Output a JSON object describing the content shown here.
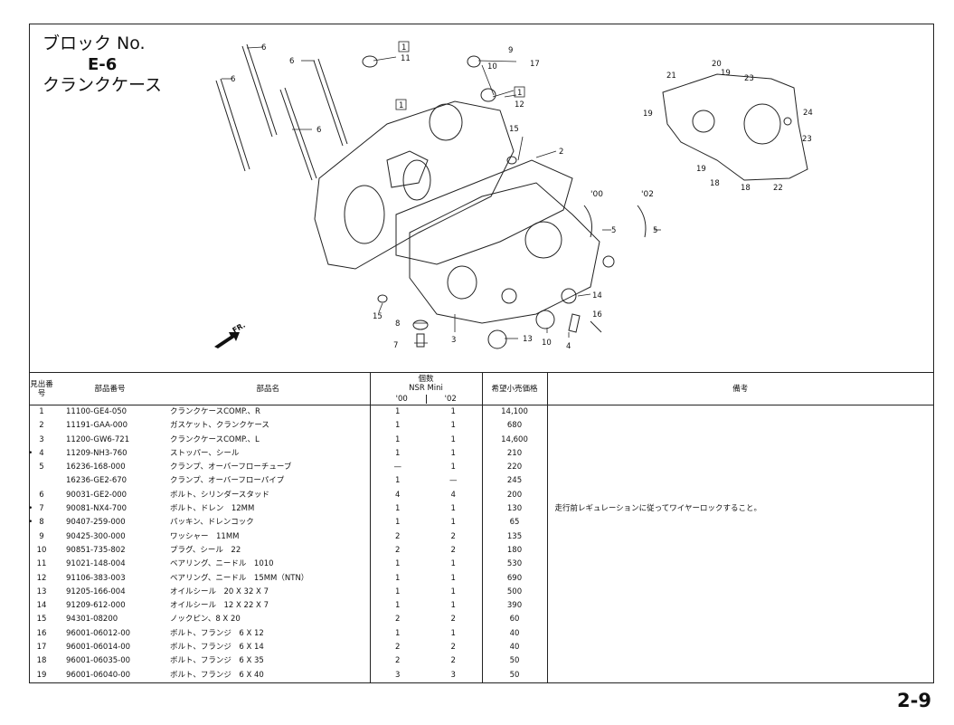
{
  "header": {
    "block_label": "ブロック No.",
    "block_code": "E-6",
    "block_name": "クランクケース"
  },
  "diagram": {
    "callouts": {
      "c1a": "1",
      "c1b": "1",
      "c1c": "1",
      "c2": "2",
      "c3": "3",
      "c4": "4",
      "c5a": "5",
      "c5b": "5",
      "c6a": "6",
      "c6b": "6",
      "c6c": "6",
      "c6d": "6",
      "c7": "7",
      "c8": "8",
      "c9": "9",
      "c10a": "10",
      "c10b": "10",
      "c11": "11",
      "c12": "12",
      "c13": "13",
      "c14": "14",
      "c15a": "15",
      "c15b": "15",
      "c16": "16",
      "c17": "17",
      "c18a": "18",
      "c18b": "18",
      "c19a": "19",
      "c19b": "19",
      "c19c": "19",
      "c20": "20",
      "c21": "21",
      "c22": "22",
      "c23a": "23",
      "c23b": "23",
      "c24": "24"
    },
    "year_labels": {
      "y00": "'00",
      "y02": "'02"
    },
    "front_label": "FR."
  },
  "table": {
    "headers": {
      "ref_no": "見出番号",
      "part_no": "部品番号",
      "part_name": "部品名",
      "qty_title": "個数",
      "qty_model": "NSR Mini",
      "qty_00": "'00",
      "qty_02": "'02",
      "price": "希望小売価格",
      "remarks": "備考"
    },
    "rows": [
      {
        "no": "1",
        "mark": "",
        "part": "11100-GE4-050",
        "name": "クランクケースCOMP.、R",
        "q00": "1",
        "q02": "1",
        "price": "14,100",
        "note": ""
      },
      {
        "no": "2",
        "mark": "",
        "part": "11191-GAA-000",
        "name": "ガスケット、クランクケース",
        "q00": "1",
        "q02": "1",
        "price": "680",
        "note": ""
      },
      {
        "no": "3",
        "mark": "",
        "part": "11200-GW6-721",
        "name": "クランクケースCOMP.、L",
        "q00": "1",
        "q02": "1",
        "price": "14,600",
        "note": ""
      },
      {
        "no": "4",
        "mark": "•",
        "part": "11209-NH3-760",
        "name": "ストッパー、シール",
        "q00": "1",
        "q02": "1",
        "price": "210",
        "note": ""
      },
      {
        "no": "5",
        "mark": "",
        "part": "16236-168-000",
        "name": "クランプ、オーバーフローチューブ",
        "q00": "—",
        "q02": "1",
        "price": "220",
        "note": ""
      },
      {
        "no": "",
        "mark": "",
        "part": "16236-GE2-670",
        "name": "クランプ、オーバーフローパイプ",
        "q00": "1",
        "q02": "—",
        "price": "245",
        "note": ""
      },
      {
        "no": "6",
        "mark": "",
        "part": "90031-GE2-000",
        "name": "ボルト、シリンダースタッド",
        "q00": "4",
        "q02": "4",
        "price": "200",
        "note": ""
      },
      {
        "no": "7",
        "mark": "•",
        "part": "90081-NX4-700",
        "name": "ボルト、ドレン　12MM",
        "q00": "1",
        "q02": "1",
        "price": "130",
        "note": "走行前レギュレーションに従ってワイヤーロックすること。"
      },
      {
        "no": "8",
        "mark": "•",
        "part": "90407-259-000",
        "name": "パッキン、ドレンコック",
        "q00": "1",
        "q02": "1",
        "price": "65",
        "note": ""
      },
      {
        "no": "9",
        "mark": "",
        "part": "90425-300-000",
        "name": "ワッシャー　11MM",
        "q00": "2",
        "q02": "2",
        "price": "135",
        "note": ""
      },
      {
        "no": "10",
        "mark": "",
        "part": "90851-735-802",
        "name": "プラグ、シール　22",
        "q00": "2",
        "q02": "2",
        "price": "180",
        "note": ""
      },
      {
        "no": "11",
        "mark": "",
        "part": "91021-148-004",
        "name": "ベアリング、ニードル　1010",
        "q00": "1",
        "q02": "1",
        "price": "530",
        "note": ""
      },
      {
        "no": "12",
        "mark": "",
        "part": "91106-383-003",
        "name": "ベアリング、ニードル　15MM（NTN）",
        "q00": "1",
        "q02": "1",
        "price": "690",
        "note": ""
      },
      {
        "no": "13",
        "mark": "",
        "part": "91205-166-004",
        "name": "オイルシール　20 X 32 X 7",
        "q00": "1",
        "q02": "1",
        "price": "500",
        "note": ""
      },
      {
        "no": "14",
        "mark": "",
        "part": "91209-612-000",
        "name": "オイルシール　12 X 22 X 7",
        "q00": "1",
        "q02": "1",
        "price": "390",
        "note": ""
      },
      {
        "no": "15",
        "mark": "",
        "part": "94301-08200",
        "name": "ノックピン、8 X 20",
        "q00": "2",
        "q02": "2",
        "price": "60",
        "note": ""
      },
      {
        "no": "16",
        "mark": "",
        "part": "96001-06012-00",
        "name": "ボルト、フランジ　6 X 12",
        "q00": "1",
        "q02": "1",
        "price": "40",
        "note": ""
      },
      {
        "no": "17",
        "mark": "",
        "part": "96001-06014-00",
        "name": "ボルト、フランジ　6 X 14",
        "q00": "2",
        "q02": "2",
        "price": "40",
        "note": ""
      },
      {
        "no": "18",
        "mark": "",
        "part": "96001-06035-00",
        "name": "ボルト、フランジ　6 X 35",
        "q00": "2",
        "q02": "2",
        "price": "50",
        "note": ""
      },
      {
        "no": "19",
        "mark": "",
        "part": "96001-06040-00",
        "name": "ボルト、フランジ　6 X 40",
        "q00": "3",
        "q02": "3",
        "price": "50",
        "note": ""
      }
    ]
  },
  "page_number": "2-9"
}
